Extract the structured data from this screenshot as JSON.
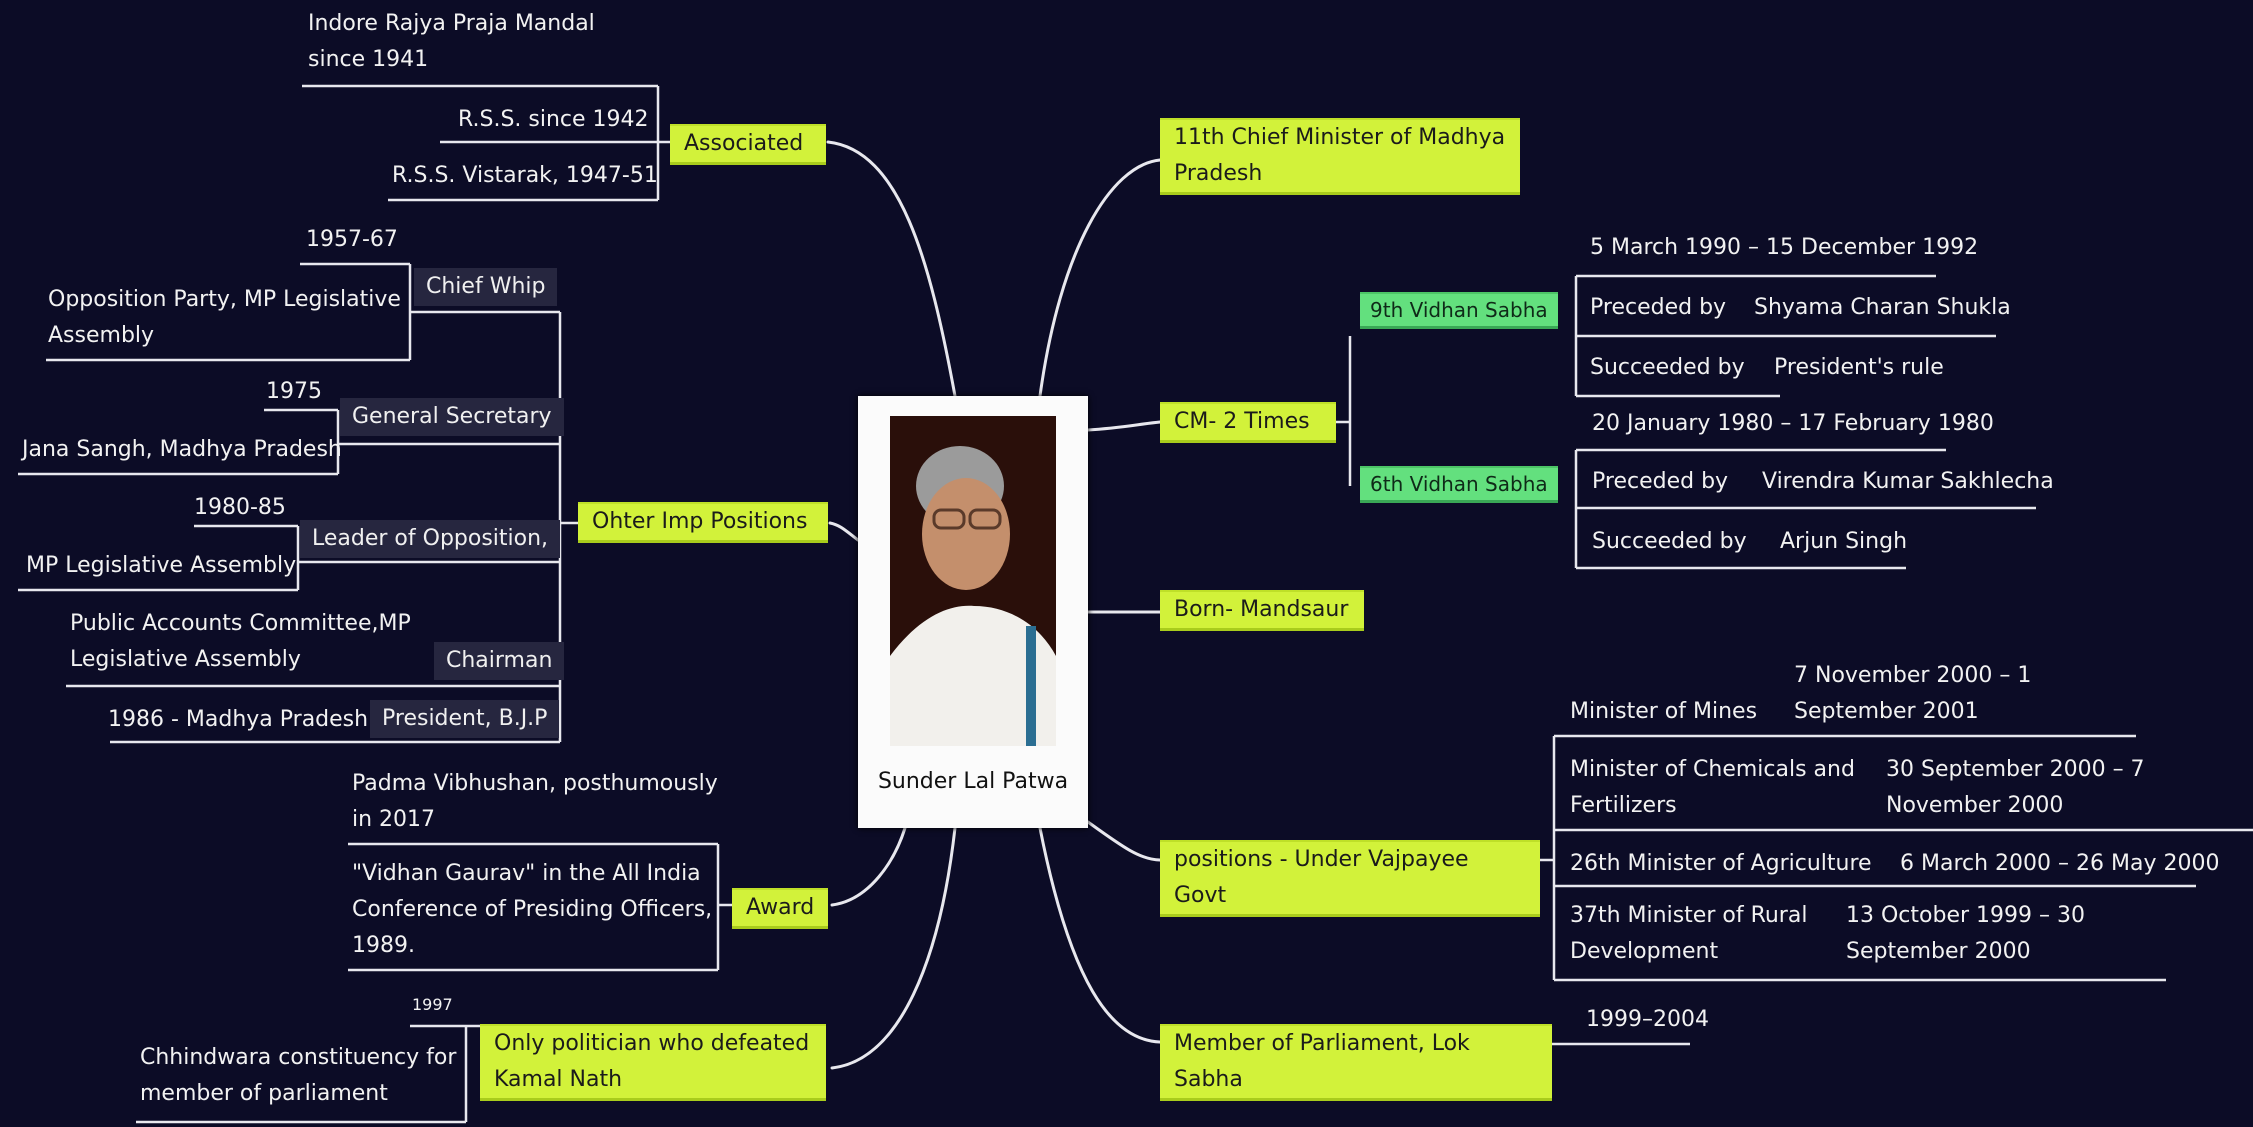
{
  "center": {
    "name": "Sunder Lal Patwa"
  },
  "left": {
    "associated": {
      "label": "Associated",
      "items": [
        "Indore Rajya Praja Mandal since 1941",
        "R.S.S. since 1942",
        "R.S.S. Vistarak, 1947-51"
      ]
    },
    "other_positions": {
      "label": "Ohter Imp Positions",
      "chief_whip": {
        "label": "Chief Whip",
        "year": "1957-67",
        "detail": "Opposition Party, MP Legislative Assembly"
      },
      "general_secretary": {
        "label": "General Secretary",
        "year": "1975",
        "detail": "Jana Sangh, Madhya Pradesh"
      },
      "leader_opposition": {
        "label": "Leader of Opposition,",
        "year": "1980-85",
        "detail": "MP Legislative Assembly"
      },
      "chairman": {
        "label": "Chairman",
        "detail": "Public Accounts Committee,MP Legislative Assembly"
      },
      "president": {
        "label": "President, B.J.P",
        "detail": "1986 - Madhya Pradesh"
      }
    },
    "award": {
      "label": "Award",
      "items": [
        "Padma Vibhushan, posthumously in 2017",
        "\"Vidhan Gaurav\" in the All India Conference of Presiding Officers, 1989."
      ]
    },
    "kamal_nath": {
      "label": "Only politician who defeated Kamal Nath",
      "year": "1997",
      "detail": "Chhindwara constituency for member of parliament"
    }
  },
  "right": {
    "chief_minister": {
      "label": "11th Chief Minister of Madhya Pradesh"
    },
    "cm_times": {
      "label": "CM- 2 Times",
      "vidhan9": {
        "label": "9th Vidhan Sabha",
        "term": "5 March 1990 – 15 December 1992",
        "preceded_label": "Preceded by",
        "preceded": "Shyama Charan Shukla",
        "succeeded_label": "Succeeded by",
        "succeeded": "President's rule"
      },
      "vidhan6": {
        "label": "6th Vidhan Sabha",
        "term": "20 January 1980 – 17 February 1980",
        "preceded_label": "Preceded by",
        "preceded": "Virendra Kumar Sakhlecha",
        "succeeded_label": "Succeeded by",
        "succeeded": "Arjun Singh"
      }
    },
    "born": {
      "label": "Born- Mandsaur"
    },
    "vajpayee": {
      "label": "positions - Under Vajpayee Govt",
      "rows": [
        {
          "role": "Minister of Mines",
          "dates": "7 November 2000 – 1 September 2001"
        },
        {
          "role": "Minister of Chemicals and Fertilizers",
          "dates": "30 September 2000 – 7 November 2000"
        },
        {
          "role": "26th Minister of Agriculture",
          "dates": "6 March 2000 – 26 May 2000"
        },
        {
          "role": "37th Minister of Rural Development",
          "dates": "13 October 1999 – 30 September 2000"
        }
      ]
    },
    "mp": {
      "label": "Member of Parliament, Lok Sabha",
      "years": "1999–2004"
    }
  }
}
